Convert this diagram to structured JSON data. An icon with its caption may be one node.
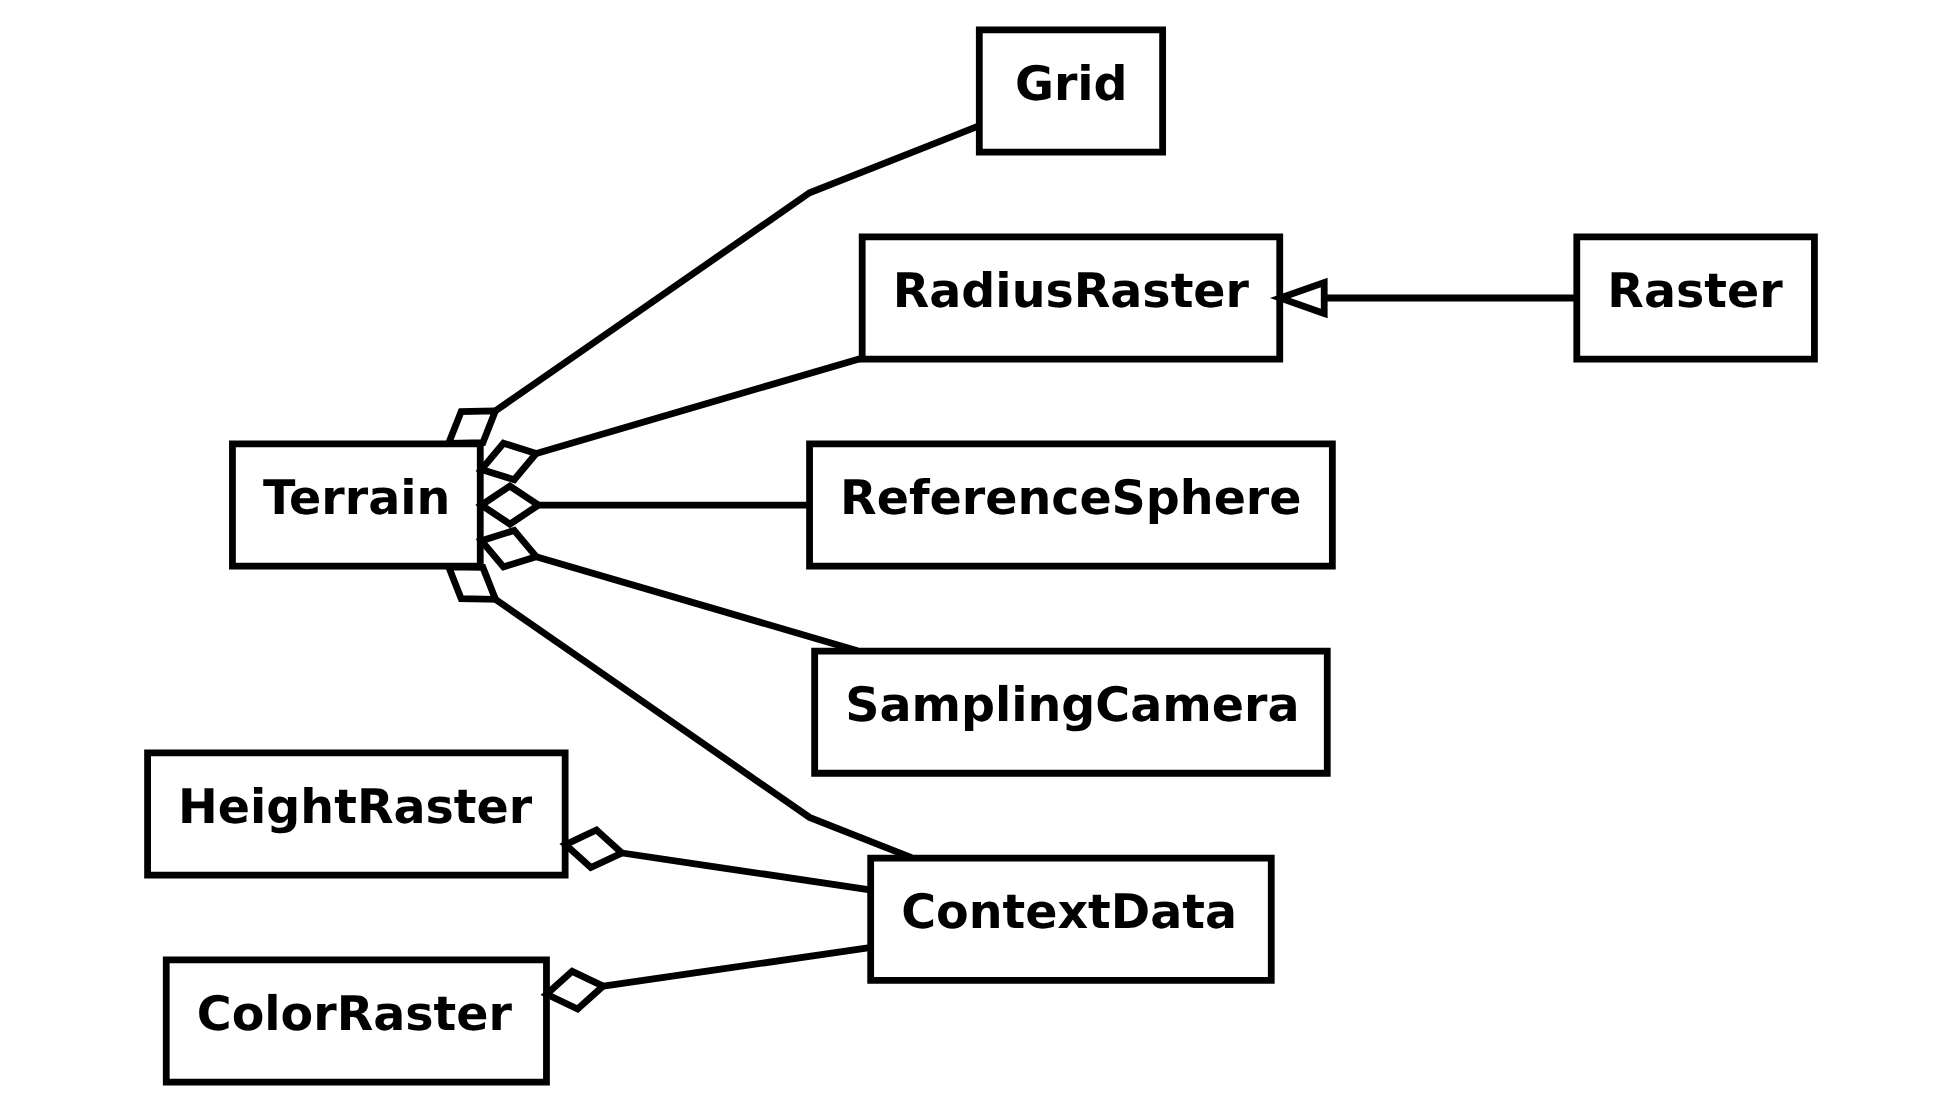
{
  "diagram": {
    "nodes": [
      {
        "text": [
          "Terrain"
        ]
      },
      {
        "text": [
          "Grid"
        ]
      },
      {
        "text": [
          "RadiusRaster"
        ]
      },
      {
        "text": [
          "Raster"
        ]
      },
      {
        "text": [
          "ReferenceSphere"
        ]
      },
      {
        "text": [
          "SamplingCamera"
        ]
      },
      {
        "text": [
          "ContextData"
        ]
      },
      {
        "text": [
          "HeightRaster"
        ]
      },
      {
        "text": [
          "ColorRaster"
        ]
      }
    ],
    "edges": [
      {
        "from": 0,
        "to": 1,
        "arrow": "other"
      },
      {
        "from": 0,
        "to": 2,
        "arrow": "other"
      },
      {
        "from": 3,
        "to": 2,
        "arrow": "to"
      },
      {
        "from": 0,
        "to": 4,
        "arrow": "other"
      },
      {
        "from": 0,
        "to": 5,
        "arrow": "other"
      },
      {
        "from": 0,
        "to": 6,
        "arrow": "other"
      },
      {
        "from": 7,
        "to": 6,
        "arrow": "other"
      },
      {
        "from": 8,
        "to": 6,
        "arrow": "other"
      }
    ]
  }
}
